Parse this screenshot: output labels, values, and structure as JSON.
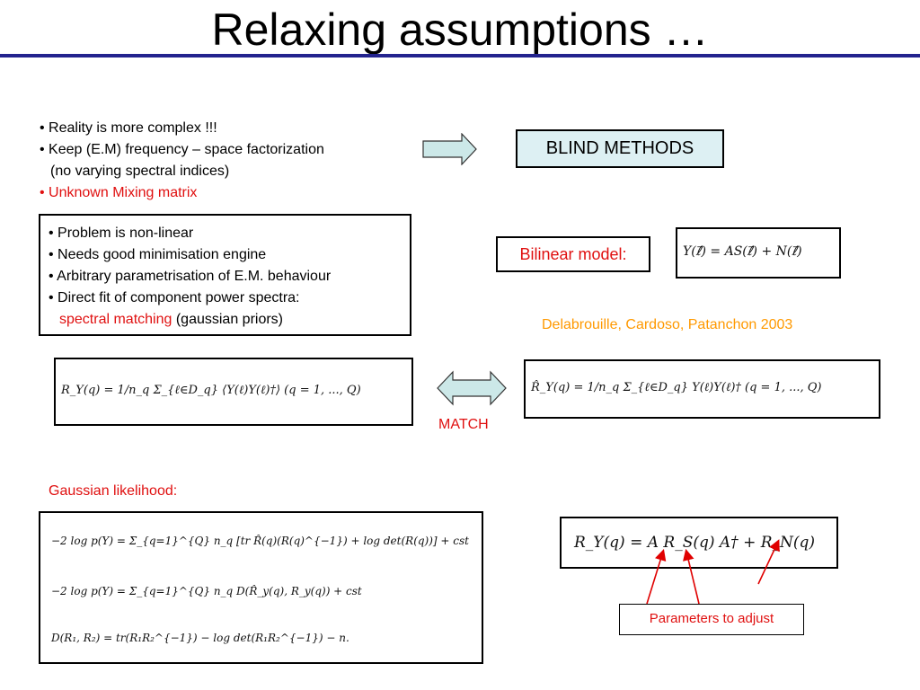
{
  "slide": {
    "title": "Relaxing assumptions …",
    "intro_bullets": [
      "• Reality is more complex !!!",
      "• Keep (E.M) frequency – space factorization",
      "(no varying spectral indices)",
      "• Unknown Mixing matrix"
    ],
    "blind_methods_label": "BLIND METHODS",
    "problem_box": [
      "• Problem is non-linear",
      "• Needs good minimisation engine",
      "• Arbitrary parametrisation of E.M. behaviour",
      "• Direct fit of component power spectra:"
    ],
    "spectral_matching": "spectral matching",
    "gaussian_priors": "(gaussian priors)",
    "bilinear_label": "Bilinear model:",
    "bilinear_equation": "Y(ℓ⃗) = AS(ℓ⃗) + N(ℓ⃗)",
    "citation": "Delabrouille, Cardoso, Patanchon 2003",
    "eq_ry_left": "R_Y(q) = 1/n_q Σ_{ℓ∈D_q} ⟨Y(ℓ)Y(ℓ)†⟩   (q = 1, ..., Q)",
    "eq_ry_right": "R̂_Y(q) = 1/n_q Σ_{ℓ∈D_q} Y(ℓ)Y(ℓ)†   (q = 1, ..., Q)",
    "match_label": "MATCH",
    "gaussian_likelihood_label": "Gaussian likelihood:",
    "likelihood_eq_1": "−2 log p(Y) = Σ_{q=1}^{Q} n_q [tr R̂(q)(R(q)^{−1}) + log det(R(q))] + cst",
    "likelihood_eq_2": "−2 log p(Y) = Σ_{q=1}^{Q} n_q D(R̂_y(q), R_y(q)) + cst",
    "likelihood_eq_3": "D(R₁, R₂) = tr(R₁R₂^{−1}) − log det(R₁R₂^{−1}) − n.",
    "model_eq": "R_Y(q) = A R_S(q) A† + R_N(q)",
    "parameters_label": "Parameters to adjust"
  },
  "colors": {
    "title_rule": "#23238e",
    "red_text": "#e01010",
    "citation": "#ff9900",
    "blind_box_fill": "#ddf0f3",
    "arrow_fill": "#cce8e8",
    "annotation_arrow": "#e00000"
  },
  "icons": [
    "right-arrow-icon",
    "double-arrow-icon",
    "pointer-arrow-icon"
  ]
}
